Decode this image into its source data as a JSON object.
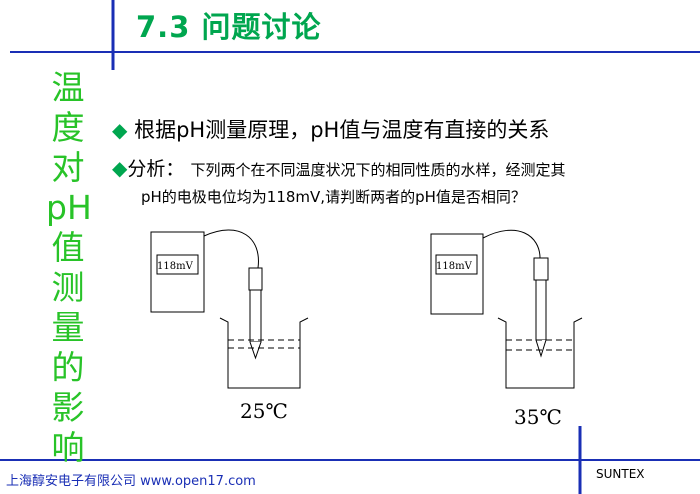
{
  "slide": {
    "title": "7.3  问题讨论",
    "side_title_chars": [
      "温",
      "度",
      "对",
      "pH",
      "值",
      "测",
      "量",
      "的",
      "影",
      "响"
    ],
    "bullet1": "根据pH测量原理，pH值与温度有直接的关系",
    "bullet2_lead": "分析：",
    "bullet2_text": "下列两个在不同温度状况下的相同性质的水样，经测定其",
    "bullet2_line2": "pH的电极电位均为118mV,请判断两者的pH值是否相同？",
    "left_meter": "118mV",
    "right_meter": "118mV",
    "left_temp": "25℃",
    "right_temp": "35℃",
    "footer_left": "上海醇安电子有限公司 www.open17.com",
    "footer_right": "SUNTEX",
    "colors": {
      "title": "#00a64f",
      "side": "#28c328",
      "rule": "#1a2fb5",
      "footer": "#1a2fb5"
    }
  }
}
